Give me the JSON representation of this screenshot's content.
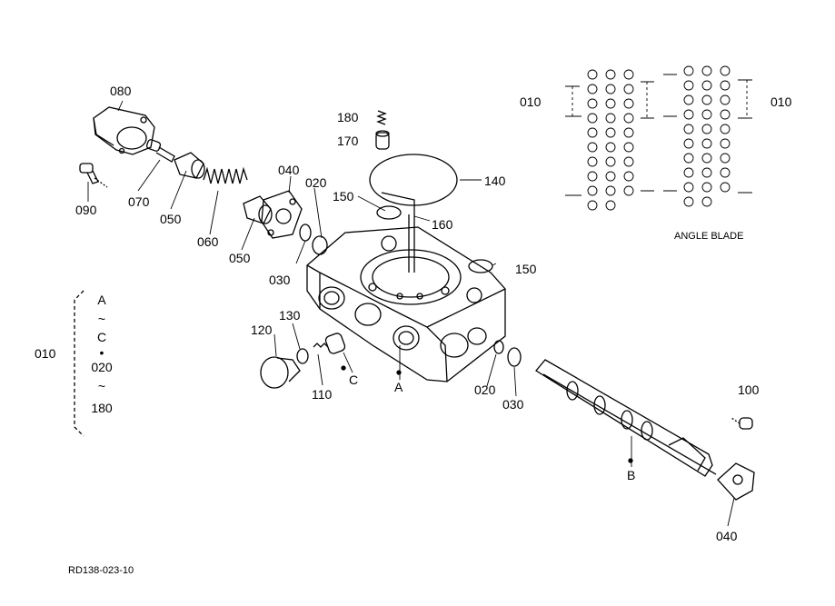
{
  "labels": {
    "p080": "080",
    "p090": "090",
    "p070": "070",
    "p050a": "050",
    "p060": "060",
    "p050b": "050",
    "p040a": "040",
    "p020a": "020",
    "p030a": "030",
    "p150a": "150",
    "p180": "180",
    "p170": "170",
    "p140": "140",
    "p160": "160",
    "p150b": "150",
    "p120": "120",
    "p130": "130",
    "p110": "110",
    "pC": "C",
    "pA": "A",
    "p020b": "020",
    "p030b": "030",
    "pB": "B",
    "p100": "100",
    "p040b": "040",
    "p010a": "010",
    "p010b": "010",
    "angle_blade": "ANGLE BLADE",
    "code": "RD138-023-10"
  },
  "range_key": {
    "p010": "010",
    "line1": "A",
    "line2": "~",
    "line3": "C",
    "line4": "•",
    "line5": "020",
    "line6": "~",
    "line7": "180"
  }
}
